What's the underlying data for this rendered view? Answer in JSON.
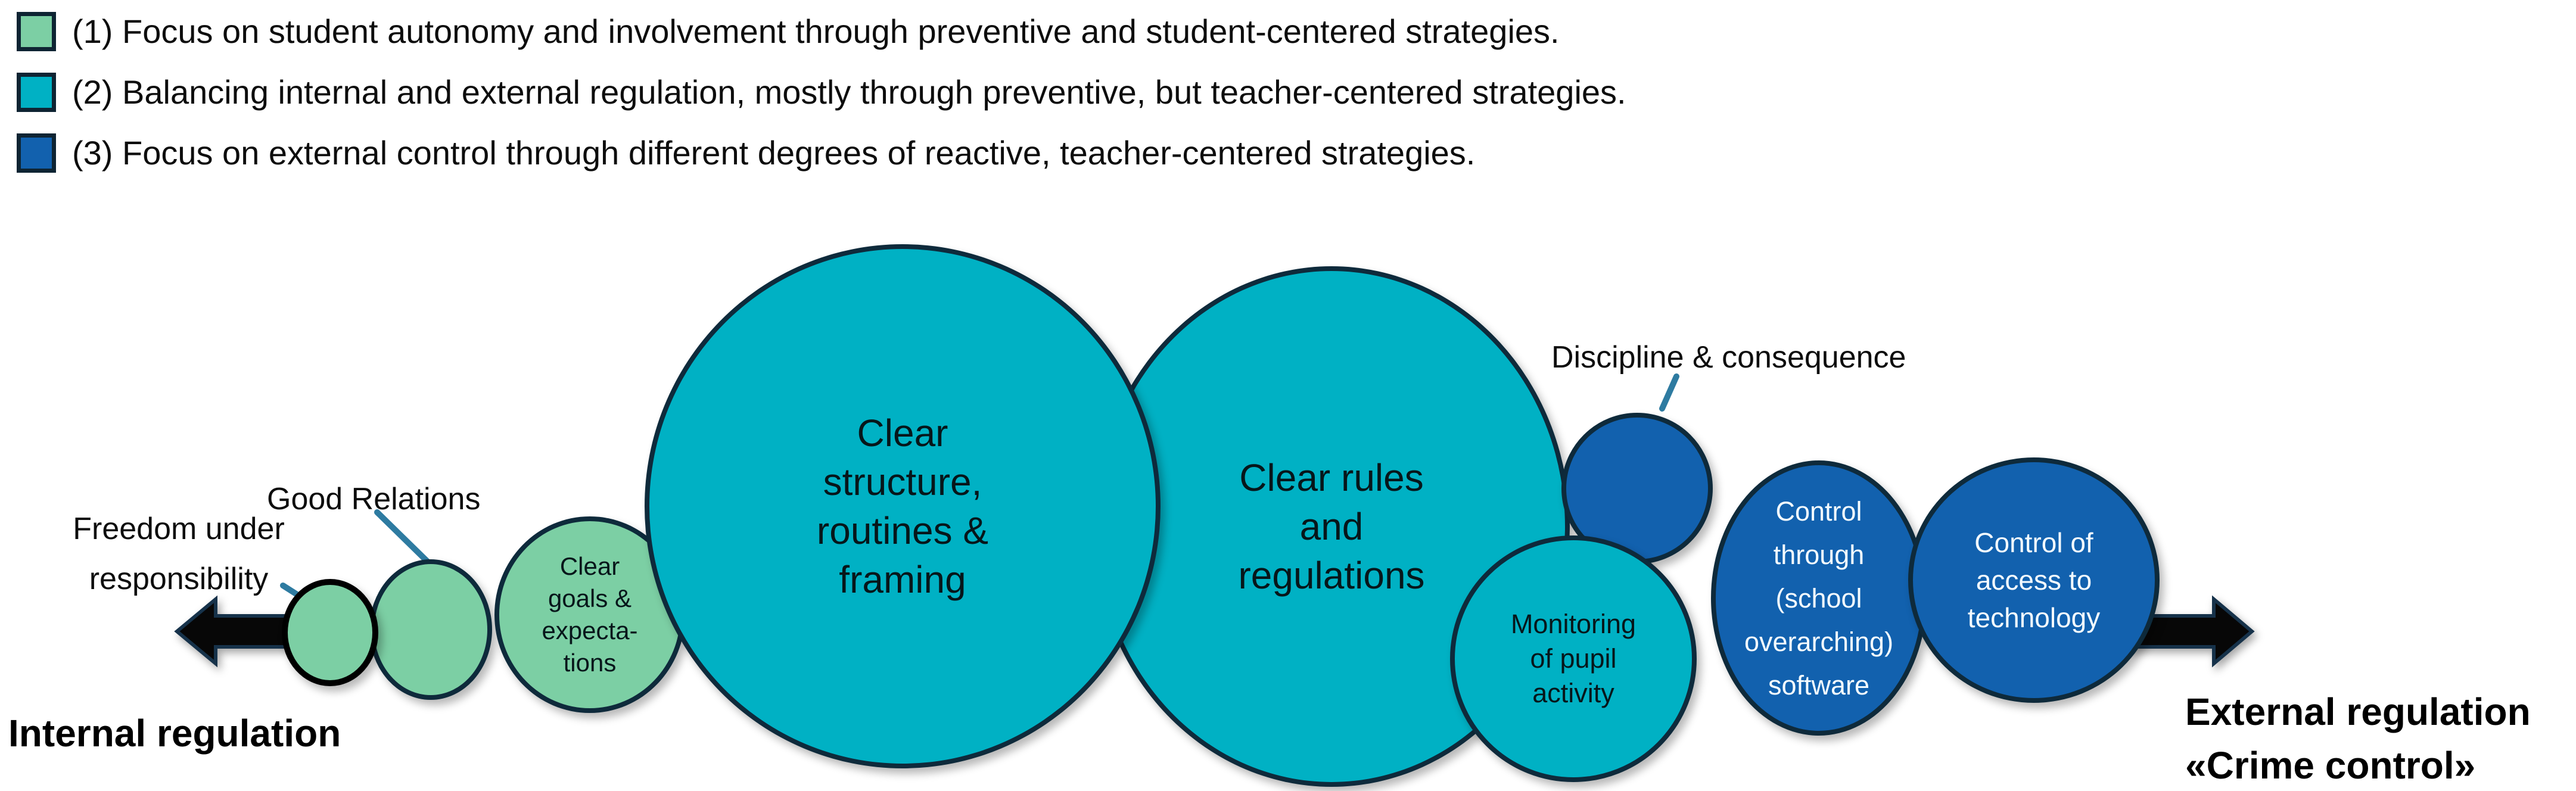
{
  "legend": {
    "items": [
      {
        "id": 1,
        "label": "(1) Focus on student autonomy and involvement through preventive and student-centered strategies.",
        "color": "#7ccfa4"
      },
      {
        "id": 2,
        "label": "(2) Balancing internal and external regulation, mostly through preventive, but teacher-centered strategies.",
        "color": "#00b1c4"
      },
      {
        "id": 3,
        "label": "(3) Focus on external control through different degrees of reactive, teacher-centered strategies.",
        "color": "#1261ae"
      }
    ]
  },
  "axis": {
    "left_label": "Internal regulation",
    "right_label": "External regulation\n«Crime control»",
    "arrow_color": "#070707"
  },
  "callouts": {
    "freedom": {
      "label": "Freedom under\nresponsibility"
    },
    "relations": {
      "label": "Good Relations"
    },
    "discipline": {
      "label": "Discipline & consequence"
    }
  },
  "circles": {
    "freedom": {
      "label": "",
      "category": 1
    },
    "relations": {
      "label": "",
      "category": 1
    },
    "goals": {
      "label": "Clear\ngoals &\nexpecta-\ntions",
      "category": 1
    },
    "structure": {
      "label": "Clear\nstructure,\nroutines &\nframing",
      "category": 2
    },
    "rules": {
      "label": "Clear rules\nand\nregulations",
      "category": 2
    },
    "discipline": {
      "label": "",
      "category": 3
    },
    "monitoring": {
      "label": "Monitoring\nof pupil\nactivity",
      "category": 2
    },
    "software": {
      "label": "Control\nthrough\n(school\noverarching)\nsoftware",
      "category": 3
    },
    "access": {
      "label": "Control of\naccess to\ntechnology",
      "category": 3
    }
  },
  "colors": {
    "green": "#7ccfa4",
    "teal": "#00b1c4",
    "blue": "#1261ae",
    "outline": "#0e2a3b",
    "callout_line": "#2e7ba1",
    "arrow": "#070707",
    "text": "#0d0d0d"
  }
}
